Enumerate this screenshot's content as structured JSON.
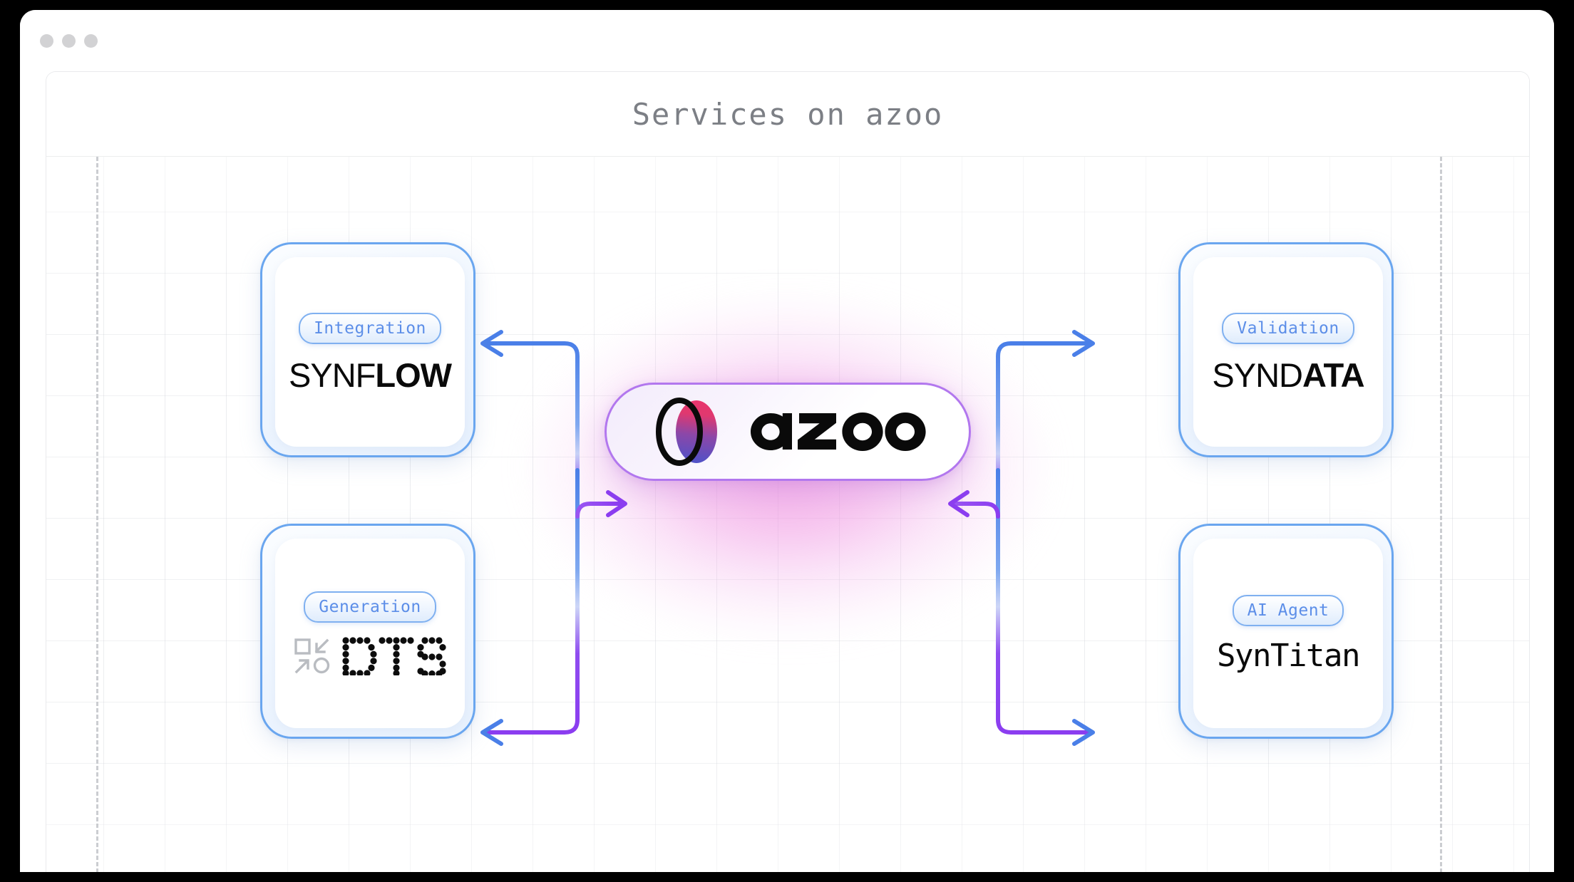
{
  "window": {
    "traffic_lights": [
      "close",
      "minimize",
      "maximize"
    ]
  },
  "header": {
    "title": "Services on azoo"
  },
  "center": {
    "brand": "azoo",
    "logo_icon": "azoo-venn-logo",
    "gradient": {
      "from": "#e8356d",
      "to": "#5b4bc4"
    },
    "glow_color": "#ee8cde",
    "border_color": "#b277ee"
  },
  "theme": {
    "accent_blue": "#6aa6ef",
    "badge_text": "#5c8ee8",
    "accent_purple": "#8b3df0",
    "title_color": "#7c7f85",
    "card_bg": "#ffffff",
    "canvas_bg": "#ffffff"
  },
  "cards": [
    {
      "id": "synflow",
      "badge": "Integration",
      "name_light": "SYNF",
      "name_bold": "LOW",
      "position": "top-left"
    },
    {
      "id": "dts",
      "badge": "Generation",
      "name": "DTS",
      "logo_icon": "dts-dotmatrix-logo",
      "position": "bottom-left"
    },
    {
      "id": "syndata",
      "badge": "Validation",
      "name_light": "SYND",
      "name_bold": "ATA",
      "position": "top-right"
    },
    {
      "id": "syntitan",
      "badge": "AI Agent",
      "name": "SynTitan",
      "position": "bottom-right"
    }
  ],
  "connectors": [
    {
      "id": "azoo-to-synflow",
      "from": "azoo",
      "to": "synflow",
      "direction": "left",
      "arrow": "arrow-left"
    },
    {
      "id": "azoo-to-dts",
      "from": "azoo",
      "to": "dts",
      "direction": "left",
      "arrow": "arrow-left"
    },
    {
      "id": "azoo-to-syndata",
      "from": "azoo",
      "to": "syndata",
      "direction": "right",
      "arrow": "arrow-right"
    },
    {
      "id": "azoo-to-syntitan",
      "from": "azoo",
      "to": "syntitan",
      "direction": "right",
      "arrow": "arrow-right"
    },
    {
      "id": "into-azoo-left",
      "from": "left-branch",
      "to": "azoo",
      "direction": "right",
      "arrow": "arrow-right"
    },
    {
      "id": "into-azoo-right",
      "from": "right-branch",
      "to": "azoo",
      "direction": "left",
      "arrow": "arrow-left"
    }
  ]
}
